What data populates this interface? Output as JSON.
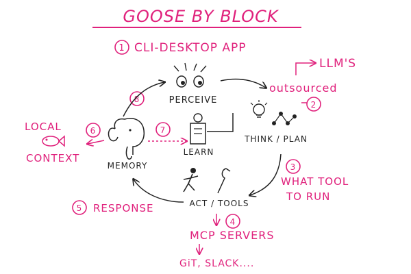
{
  "title": "GOOSE BY BLOCK",
  "subtitle": "CLI-DESKTOP APP",
  "subtitle_num": "1",
  "nodes": {
    "perceive": "PERCEIVE",
    "think_plan": "THINK / PLAN",
    "learn": "LEARN",
    "memory": "MEMORY",
    "act_tools": "ACT / TOOLS"
  },
  "annotations": {
    "llms": "LLM'S",
    "outsourced": "outsourced",
    "num2": "2",
    "num3": "3",
    "what_tool": "WHAT TOOL",
    "to_run": "TO RUN",
    "num4": "4",
    "mcp_servers": "MCP SERVERS",
    "git_slack": "GiT, SLACK....",
    "num5": "5",
    "response": "RESPONSE",
    "num6": "6",
    "local": "LOCAL",
    "context": "CONTEXT",
    "num7": "7",
    "num8": "8"
  },
  "colors": {
    "accent": "#e0217c",
    "ink": "#222222"
  }
}
